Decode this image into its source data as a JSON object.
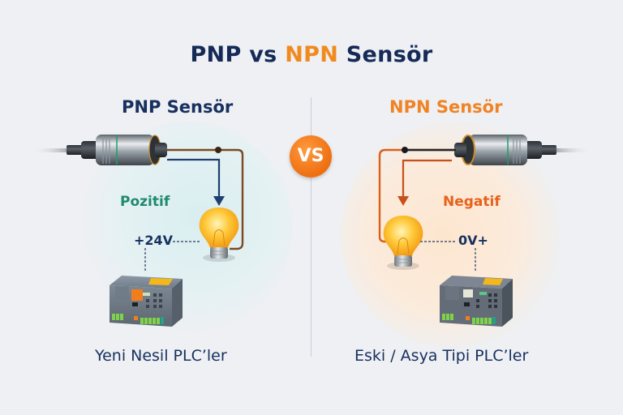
{
  "title": {
    "part1": "PNP vs ",
    "accent": "NPN",
    "part2": " Sensör"
  },
  "colors": {
    "navy": "#152a57",
    "orange": "#f18a1e",
    "green": "#1f8a6f",
    "wire_brown": "#7a4a22",
    "wire_blue": "#1e3f70",
    "wire_orange": "#d9601a"
  },
  "vs_badge": "VS",
  "left": {
    "heading": "PNP Sensör",
    "mode_label": "Pozitif",
    "voltage_label": "+24V",
    "caption": "Yeni Nesil PLC’ler",
    "icons": [
      "sensor-icon",
      "lightbulb-icon",
      "plc-icon"
    ]
  },
  "right": {
    "heading": "NPN Sensör",
    "mode_label": "Negatif",
    "voltage_label": "0V+",
    "caption": "Eski / Asya Tipi PLC’ler",
    "icons": [
      "sensor-icon",
      "lightbulb-icon",
      "plc-icon"
    ]
  }
}
